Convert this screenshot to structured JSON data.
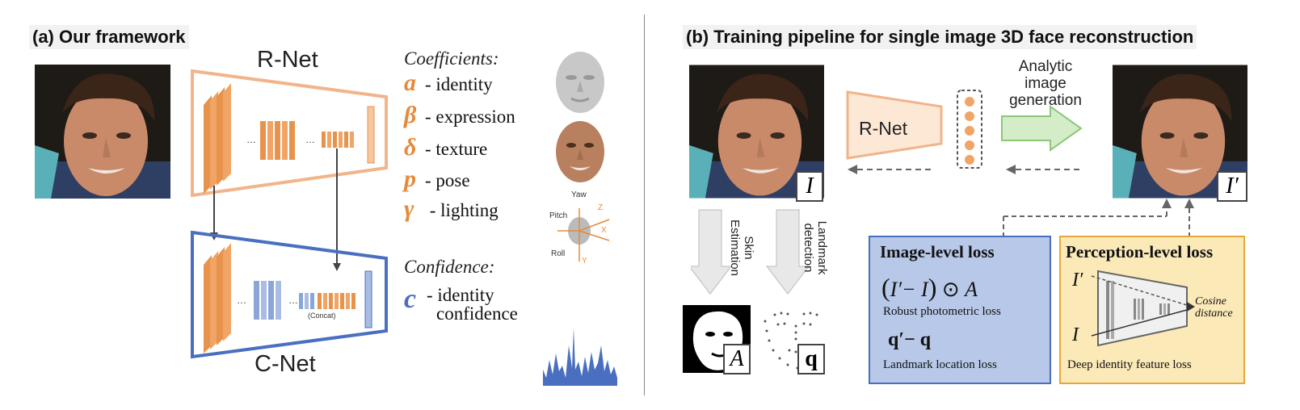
{
  "panel_a": {
    "title": "(a) Our framework",
    "rnet_label": "R-Net",
    "cnet_label": "C-Net",
    "dots1": "...",
    "dots2": "...",
    "dots3": "...",
    "dots4": "...",
    "concat_label": "(Concat)",
    "coefficients_heading": "Coefficients:",
    "coefficients": [
      {
        "symbol": "a",
        "label": "- identity"
      },
      {
        "symbol": "β",
        "label": "- expression"
      },
      {
        "symbol": "δ",
        "label": "- texture"
      },
      {
        "symbol": "p",
        "label": "- pose"
      },
      {
        "symbol": "γ",
        "label": " - lighting"
      }
    ],
    "confidence_heading": "Confidence:",
    "confidence_symbol": "c",
    "confidence_label_1": "- identity",
    "confidence_label_2": "confidence",
    "pose_labels": {
      "yaw": "Yaw",
      "pitch": "Pitch",
      "roll": "Roll",
      "z": "Z",
      "x": "X",
      "y": "Y"
    }
  },
  "panel_b": {
    "title": "(b) Training pipeline for single image 3D face reconstruction",
    "rnet_label": "R-Net",
    "analytic_1": "Analytic",
    "analytic_2": "image",
    "analytic_3": "generation",
    "input_badge": "I",
    "output_badge": "I′",
    "skin_1": "Skin",
    "skin_2": "Estimation",
    "landmark_1": "Landmark",
    "landmark_2": "detection",
    "skin_badge": "A",
    "landmark_badge": "q",
    "image_loss": {
      "title": "Image-level loss",
      "formula_1": "I′− I",
      "formula_op": "⊙",
      "formula_a": "A",
      "photometric": "Robust photometric loss",
      "landmark_formula": "q′− q",
      "landmark": "Landmark location loss"
    },
    "perception_loss": {
      "title": "Perception-level loss",
      "in_1": "I′",
      "in_2": "I",
      "cosine_1": "Cosine",
      "cosine_2": "distance",
      "caption": "Deep identity feature loss"
    }
  },
  "colors": {
    "orange": "#e58a3c",
    "orange_light": "#f6c79f",
    "blue": "#4a6fc0",
    "blue_light": "#a9bde3",
    "image_loss_bg": "#b8c8e8",
    "perception_bg": "#fbe9b8",
    "perception_border": "#e5a93b",
    "green": "#bfe2b0"
  }
}
